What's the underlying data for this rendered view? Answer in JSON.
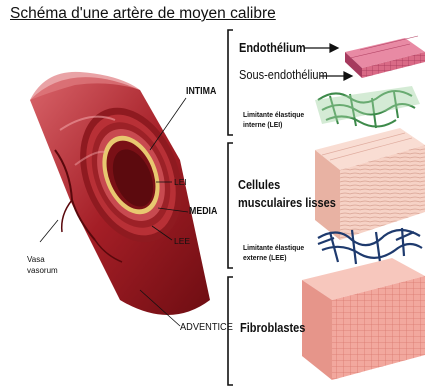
{
  "title": "Schéma d'une artère de moyen calibre",
  "artery_labels": {
    "intima": "INTIMA",
    "lei": "LEI",
    "media": "MEDIA",
    "lee": "LEE",
    "adventice": "ADVENTICE",
    "vasa_vasorum_line1": "Vasa",
    "vasa_vasorum_line2": "vasorum"
  },
  "layer_labels": {
    "endothelium": "Endothélium",
    "sous_endothelium": "Sous-endothélium",
    "lei_line1": "Limitante élastique",
    "lei_line2": "interne (LEI)",
    "cellules_line1": "Cellules",
    "cellules_line2": "musculaires lisses",
    "lee_line1": "Limitante élastique",
    "lee_line2": "externe (LEE)",
    "fibroblastes": "Fibroblastes"
  },
  "colors": {
    "artery_dark": "#7a1016",
    "artery_mid": "#b22a30",
    "artery_light": "#d9646a",
    "endothelium": "#c44a6a",
    "lei_green": "#4a9a58",
    "muscle_pink": "#f0c0b4",
    "lee_navy": "#1e3a6e",
    "adventitia": "#e89a90"
  }
}
